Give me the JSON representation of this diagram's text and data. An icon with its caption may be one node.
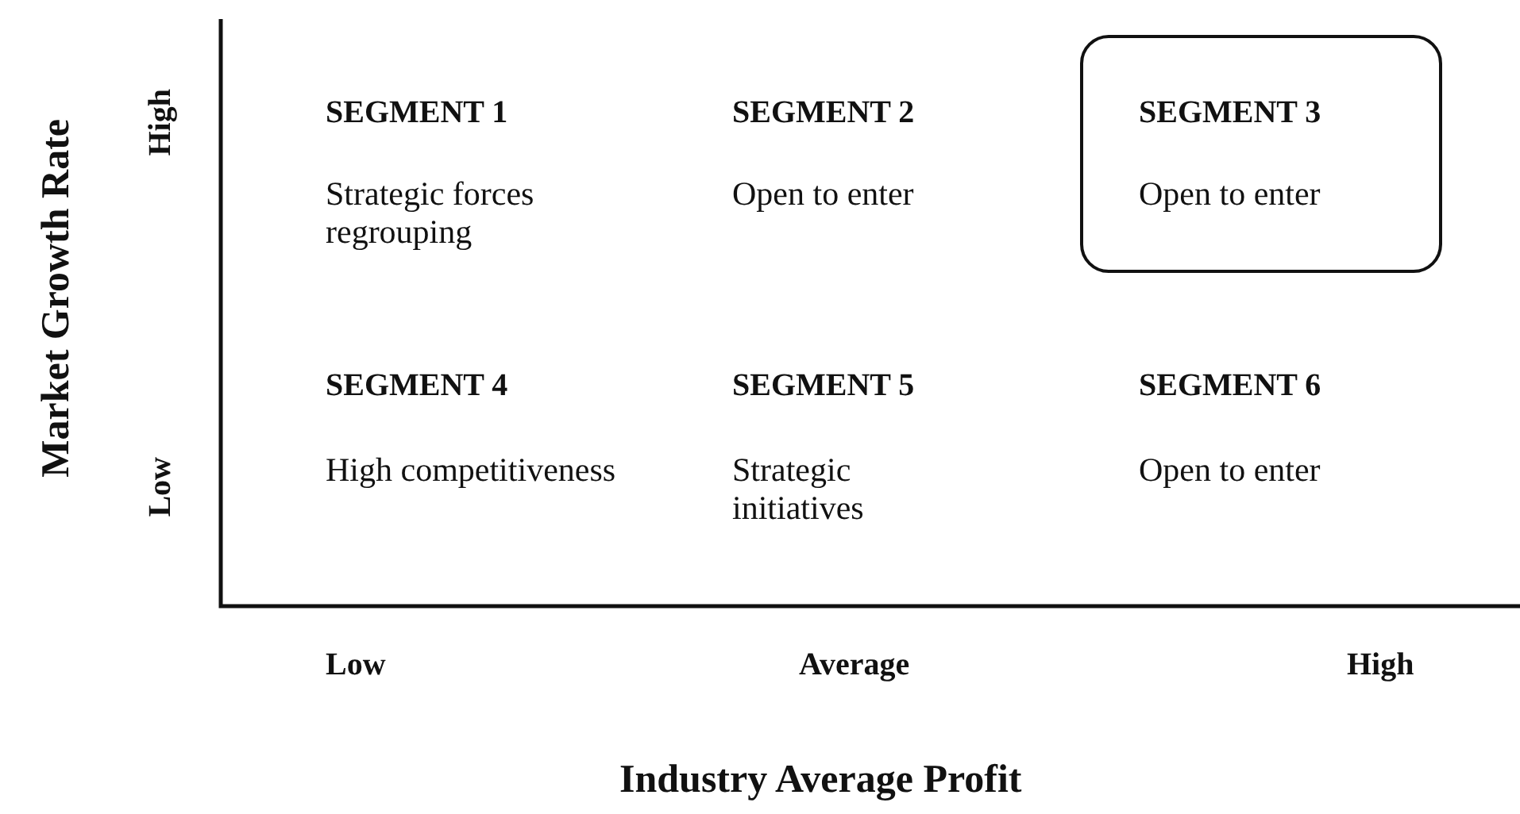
{
  "diagram": {
    "nodes": [
      {
        "text": [
          "SEGMENT 3",
          "Open to enter"
        ]
      }
    ],
    "edges": [],
    "labels": [
      "Market Growth Rate",
      "High",
      "SEGMENT 1",
      "Strategic forces regrouping",
      "SEGMENT 2",
      "Open to enter",
      "Low",
      "SEGMENT 4",
      "High competitiveness",
      "SEGMENT 5",
      "Strategic initiatives",
      "SEGMENT 6",
      "Open to enter",
      "Low",
      "Average",
      "High",
      "Industry Average Profit"
    ]
  }
}
